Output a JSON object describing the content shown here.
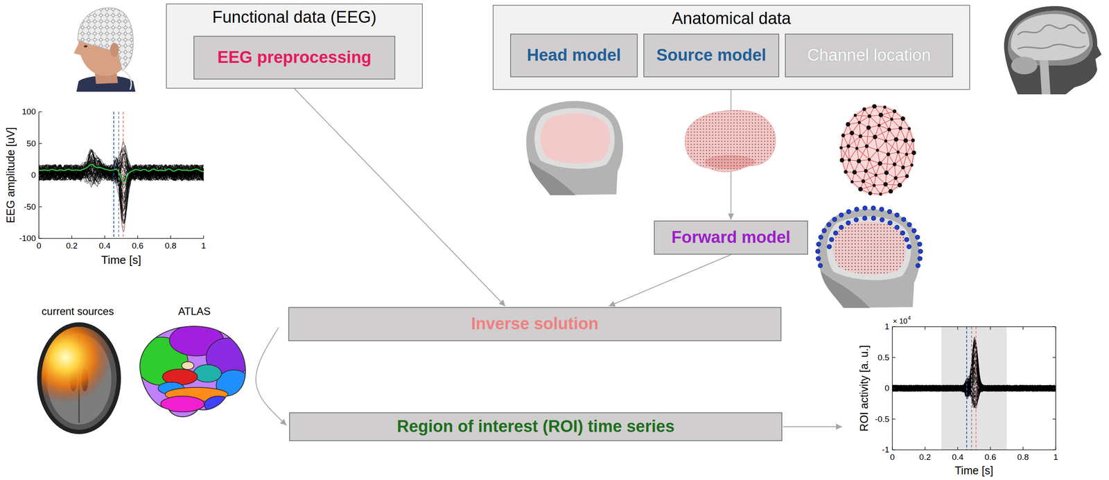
{
  "diagram": {
    "nodes": [
      {
        "text": [
          "Functional data (EEG)"
        ]
      },
      {
        "text": [
          "EEG preprocessing"
        ],
        "in": 0
      },
      {
        "text": [
          "Anatomical data"
        ]
      },
      {
        "text": [
          "Head model"
        ],
        "in": 2
      },
      {
        "text": [
          "Source model"
        ],
        "in": 2
      },
      {
        "text": [
          "Channel location"
        ],
        "in": 2
      },
      {
        "text": [
          "Forward model"
        ]
      },
      {
        "text": [
          "Inverse solution"
        ]
      },
      {
        "text": [
          "Region of interest (ROI) time series"
        ]
      }
    ],
    "edges": [
      {
        "from": 0,
        "to": 7,
        "arrow": "to"
      },
      {
        "from": 6,
        "to": 7,
        "arrow": "to"
      },
      {
        "from": 2,
        "to": 6,
        "arrow": "to"
      },
      {
        "from": 7,
        "to": 8,
        "arrow": "to"
      }
    ],
    "labels": [
      "current sources",
      "ATLAS",
      "EEG amplitude [uV]",
      "Time [s]",
      "100",
      "50",
      "0",
      "-50",
      "-100",
      "0",
      "0.2",
      "0.4",
      "0.6",
      "0.8",
      "1",
      "ROI activity [a. u.]",
      "× 10",
      "4",
      "1",
      "0.5",
      "0",
      "-0.5",
      "-1",
      "0",
      "0.2",
      "0.4",
      "0.6",
      "0.8",
      "1",
      "Time [s]"
    ]
  }
}
